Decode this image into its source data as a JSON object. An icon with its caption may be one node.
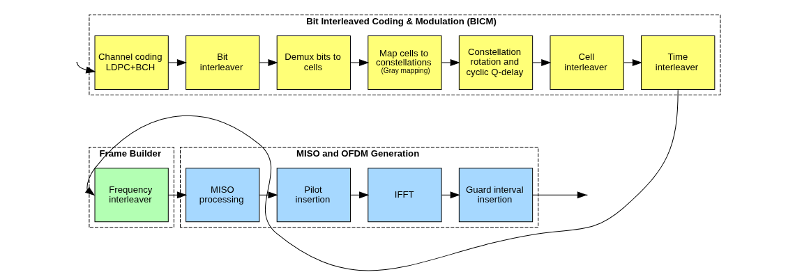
{
  "diagram": {
    "nodes": [
      {
        "text": [
          "Bit Interleaved Coding & Modulation (BICM)"
        ]
      },
      {
        "text": [
          "Channel coding LDPC+BCH"
        ],
        "in": 0
      },
      {
        "text": [
          "Bit interleaver"
        ],
        "in": 0
      },
      {
        "text": [
          "Demux bits to cells"
        ],
        "in": 0
      },
      {
        "text": [
          "Map cells to constellations",
          "(Gray mapping)"
        ],
        "in": 0
      },
      {
        "text": [
          "Constellation rotation and cyclic Q-delay"
        ],
        "in": 0
      },
      {
        "text": [
          "Cell interleaver"
        ],
        "in": 0
      },
      {
        "text": [
          "Time interleaver"
        ],
        "in": 0
      },
      {
        "text": [
          "Frame Builder"
        ]
      },
      {
        "text": [
          "Frequency interleaver"
        ],
        "in": 8
      },
      {
        "text": [
          "MISO and OFDM Generation"
        ]
      },
      {
        "text": [
          "MISO processing"
        ],
        "in": 10
      },
      {
        "text": [
          "Pilot insertion"
        ],
        "in": 10
      },
      {
        "text": [
          "IFFT"
        ],
        "in": 10
      },
      {
        "text": [
          "Guard interval insertion"
        ],
        "in": 10
      }
    ],
    "edges": [
      {
        "from": null,
        "to": 1,
        "arrow": "to"
      },
      {
        "from": 1,
        "to": 2,
        "arrow": "to"
      },
      {
        "from": 2,
        "to": 3,
        "arrow": "to"
      },
      {
        "from": 3,
        "to": 4,
        "arrow": "to"
      },
      {
        "from": 4,
        "to": 5,
        "arrow": "to"
      },
      {
        "from": 5,
        "to": 6,
        "arrow": "to"
      },
      {
        "from": 6,
        "to": 7,
        "arrow": "to"
      },
      {
        "from": 7,
        "to": 9,
        "arrow": "to"
      },
      {
        "from": 9,
        "to": 11,
        "arrow": "to"
      },
      {
        "from": 11,
        "to": 12,
        "arrow": "to"
      },
      {
        "from": 12,
        "to": 13,
        "arrow": "to"
      },
      {
        "from": 13,
        "to": 14,
        "arrow": "to"
      },
      {
        "from": 14,
        "to": null,
        "arrow": "to"
      }
    ]
  }
}
